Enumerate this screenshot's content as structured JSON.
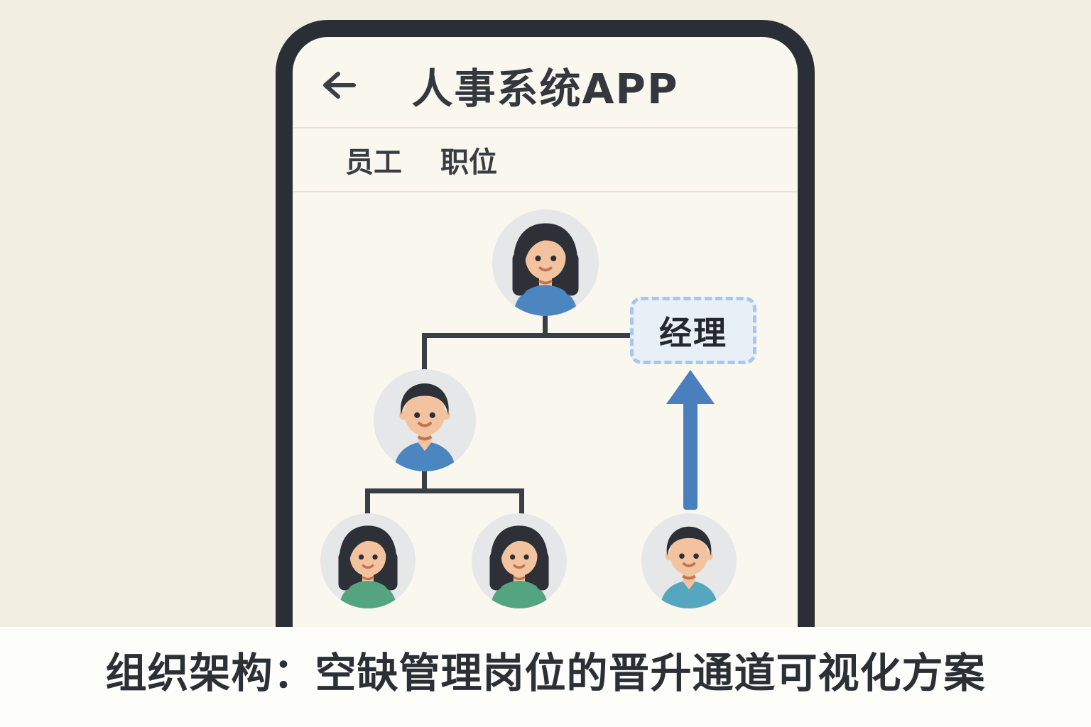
{
  "app": {
    "header": {
      "title": "人事系统APP",
      "back_icon": "back-arrow-icon"
    },
    "tabs": [
      {
        "label": "员工",
        "active": true
      },
      {
        "label": "职位",
        "active": false
      }
    ],
    "org_chart": {
      "vacancy_label": "经理",
      "avatars": [
        {
          "position": "top",
          "icon": "female-employee-blue-avatar"
        },
        {
          "position": "middle",
          "icon": "male-employee-blue-avatar"
        },
        {
          "position": "bottom-left",
          "icon": "female-employee-green-avatar"
        },
        {
          "position": "bottom-center",
          "icon": "female-employee-green-avatar"
        },
        {
          "position": "bottom-right",
          "icon": "male-employee-teal-avatar"
        }
      ],
      "promotion_arrow": "up-arrow-icon"
    }
  },
  "caption": "组织架构：空缺管理岗位的晋升通道可视化方案",
  "colors": {
    "outer_background": "#f3eee2",
    "screen_background": "#faf7ef",
    "phone_frame": "#2a2e36",
    "text_dark": "#33383f",
    "divider": "#e8e3d6",
    "connector": "#3a3f45",
    "promotion_arrow_blue": "#4a7fbe",
    "vacancy_border": "#a8c8ea",
    "vacancy_fill": "#e9eff7",
    "avatar_circle": "#e5e7e9",
    "hair": "#2d3037",
    "skin": "#f2c39e",
    "shirt_blue": "#4c86c1",
    "shirt_green": "#54a57f",
    "shirt_teal": "#54a7bf",
    "caption_band": "#fdfdfa"
  }
}
